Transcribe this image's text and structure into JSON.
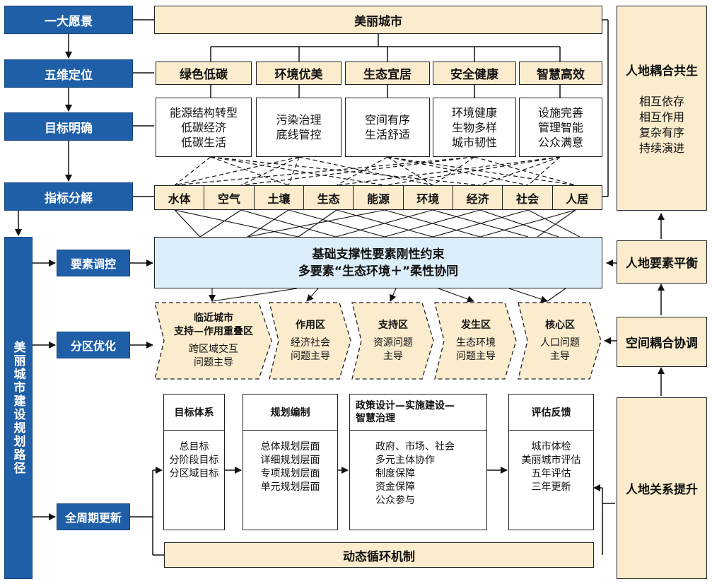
{
  "left_labels": {
    "vision": "一大愿景",
    "positioning": "五维定位",
    "goals": "目标明确",
    "indicators": "指标分解",
    "path": "美丽城市建设规划路径"
  },
  "sub_labels": {
    "element_control": "要素调控",
    "zoning": "分区优化",
    "full_cycle": "全周期更新"
  },
  "vision_text": "美丽城市",
  "dimensions": [
    {
      "title": "绿色低碳",
      "goals": [
        "能源结构转型",
        "低碳经济",
        "低碳生活"
      ]
    },
    {
      "title": "环境优美",
      "goals": [
        "污染治理",
        "底线管控"
      ]
    },
    {
      "title": "生态宜居",
      "goals": [
        "空间有序",
        "生活舒适"
      ]
    },
    {
      "title": "安全健康",
      "goals": [
        "环境健康",
        "生物多样",
        "城市韧性"
      ]
    },
    {
      "title": "智慧高效",
      "goals": [
        "设施完善",
        "管理智能",
        "公众满意"
      ]
    }
  ],
  "indicators": [
    "水体",
    "空气",
    "土壤",
    "生态",
    "能源",
    "环境",
    "经济",
    "社会",
    "人居"
  ],
  "constraint": {
    "line1": "基础支撑性要素刚性约束",
    "line2": "多要素“生态环境＋”柔性协同"
  },
  "zones": [
    {
      "name": "临近城市\n支持—作用重叠区",
      "desc": "跨区域交互\n问题主导"
    },
    {
      "name": "作用区",
      "desc": "经济社会\n问题主导"
    },
    {
      "name": "支持区",
      "desc": "资源问题\n主导"
    },
    {
      "name": "发生区",
      "desc": "生态环境\n问题主导"
    },
    {
      "name": "核心区",
      "desc": "人口问题\n主导"
    }
  ],
  "process": [
    {
      "title": "目标体系",
      "items": [
        "总目标",
        "分阶段目标",
        "分区域目标"
      ]
    },
    {
      "title": "规划编制",
      "items": [
        "总体规划层面",
        "详细规划层面",
        "专项规划层面",
        "单元规划层面"
      ]
    },
    {
      "title": "政策设计—实施建设—\n智慧治理",
      "items": [
        "政府、市场、社会",
        "多元主体协作",
        "制度保障",
        "资金保障",
        "公众参与"
      ]
    },
    {
      "title": "评估反馈",
      "items": [
        "城市体检",
        "美丽城市评估",
        "五年评估",
        "三年更新"
      ]
    }
  ],
  "dynamic_cycle": "动态循环机制",
  "right": {
    "coexistence_title": "人地耦合共生",
    "coexistence_items": [
      "相互依存",
      "相互作用",
      "复杂有序",
      "持续演进"
    ],
    "balance": "人地要素平衡",
    "coupling": "空间耦合协调",
    "upgrade": "人地关系提升"
  },
  "colors": {
    "blue": "#1f5fa8",
    "cream": "#fbeccd",
    "light_blue": "#dceefa"
  }
}
